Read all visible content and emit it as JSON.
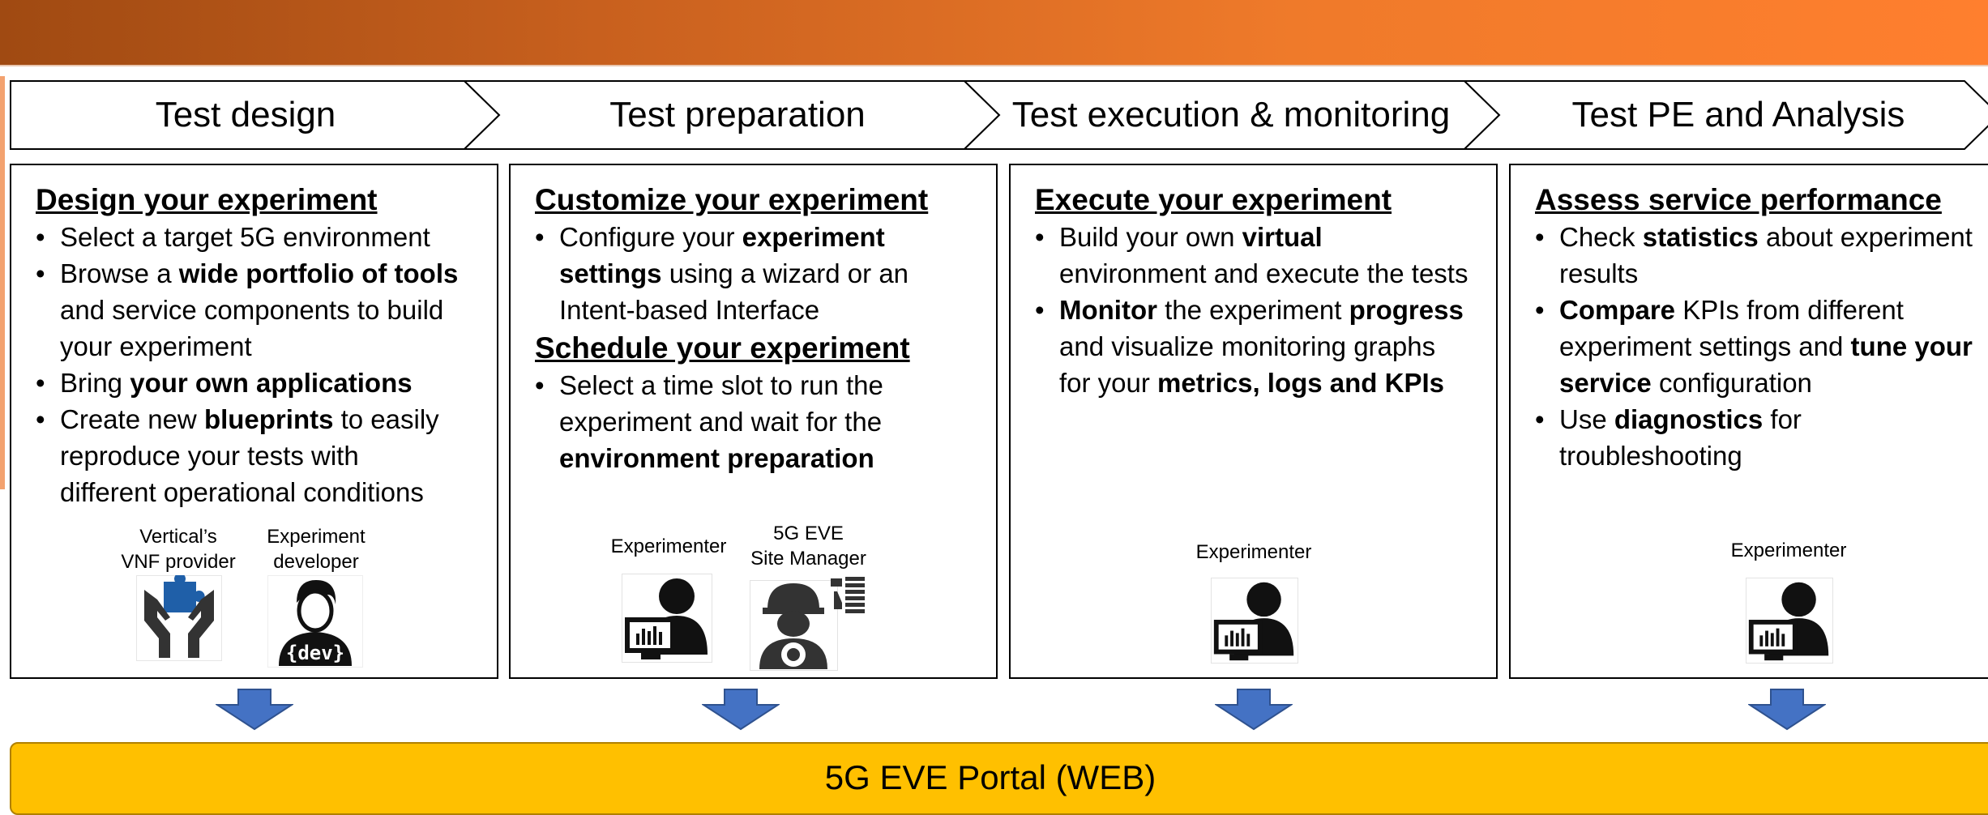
{
  "stages": [
    {
      "label": "Test design"
    },
    {
      "label": "Test preparation"
    },
    {
      "label": "Test execution & monitoring"
    },
    {
      "label": "Test PE and Analysis"
    }
  ],
  "panels": [
    {
      "sections": [
        {
          "heading": "Design your experiment",
          "bullets": [
            [
              [
                "Select a target 5G environment",
                false
              ]
            ],
            [
              [
                "Browse a ",
                false
              ],
              [
                "wide portfolio of tools",
                true
              ]
            ],
            [
              [
                "and service components to build",
                false
              ]
            ],
            [
              [
                "your experiment",
                false
              ]
            ],
            [
              [
                "Bring ",
                false
              ],
              [
                "your own applications",
                true
              ]
            ],
            [
              [
                "Create new ",
                false
              ],
              [
                "blueprints",
                true
              ],
              [
                " to easily",
                false
              ]
            ],
            [
              [
                "reproduce your tests with",
                false
              ]
            ],
            [
              [
                "different operational conditions",
                false
              ]
            ]
          ],
          "bullet_marks": [
            true,
            true,
            false,
            false,
            true,
            true,
            false,
            false
          ]
        }
      ],
      "roles": [
        {
          "label_lines": [
            "Vertical’s",
            "VNF provider"
          ],
          "icon": "hands-puzzle-icon"
        },
        {
          "label_lines": [
            "Experiment",
            "developer"
          ],
          "icon": "developer-icon"
        }
      ]
    },
    {
      "sections": [
        {
          "heading": "Customize your experiment",
          "bullets": [
            [
              [
                "Configure your ",
                false
              ],
              [
                "experiment",
                true
              ]
            ],
            [
              [
                "settings",
                true
              ],
              [
                " using a wizard or an",
                false
              ]
            ],
            [
              [
                "Intent-based Interface",
                false
              ]
            ]
          ],
          "bullet_marks": [
            true,
            false,
            false
          ]
        },
        {
          "heading": "Schedule your experiment",
          "bullets": [
            [
              [
                "Select a time slot to run the",
                false
              ]
            ],
            [
              [
                "experiment and wait for the",
                false
              ]
            ],
            [
              [
                "environment preparation",
                true
              ]
            ]
          ],
          "bullet_marks": [
            true,
            false,
            false
          ]
        }
      ],
      "roles": [
        {
          "label_lines": [
            "Experimenter"
          ],
          "icon": "experimenter-icon"
        },
        {
          "label_lines": [
            "5G EVE",
            "Site Manager"
          ],
          "icon": "site-manager-icon"
        }
      ]
    },
    {
      "sections": [
        {
          "heading": "Execute your experiment",
          "bullets": [
            [
              [
                "Build your own ",
                false
              ],
              [
                "virtual",
                true
              ]
            ],
            [
              [
                "environment and execute the tests",
                false
              ]
            ],
            [
              [
                "Monitor",
                true
              ],
              [
                " the experiment ",
                false
              ],
              [
                "progress",
                true
              ]
            ],
            [
              [
                "and visualize monitoring graphs",
                false
              ]
            ],
            [
              [
                "for your ",
                false
              ],
              [
                "metrics, logs and KPIs",
                true
              ]
            ]
          ],
          "bullet_marks": [
            true,
            false,
            true,
            false,
            false
          ]
        }
      ],
      "roles": [
        {
          "label_lines": [
            "Experimenter"
          ],
          "icon": "experimenter-icon"
        }
      ]
    },
    {
      "sections": [
        {
          "heading": "Assess service performance",
          "bullets": [
            [
              [
                "Check ",
                false
              ],
              [
                "statistics",
                true
              ],
              [
                " about experiment",
                false
              ]
            ],
            [
              [
                "results",
                false
              ]
            ],
            [
              [
                "Compare",
                true
              ],
              [
                " KPIs from different",
                false
              ]
            ],
            [
              [
                "experiment settings and ",
                false
              ],
              [
                "tune your",
                true
              ]
            ],
            [
              [
                "service",
                true
              ],
              [
                " configuration",
                false
              ]
            ],
            [
              [
                "Use ",
                false
              ],
              [
                "diagnostics",
                true
              ],
              [
                " for",
                false
              ]
            ],
            [
              [
                "troubleshooting",
                false
              ]
            ]
          ],
          "bullet_marks": [
            true,
            false,
            true,
            false,
            false,
            true,
            false
          ]
        }
      ],
      "roles": [
        {
          "label_lines": [
            "Experimenter"
          ],
          "icon": "experimenter-icon"
        }
      ]
    }
  ],
  "portal": {
    "label": "5G EVE Portal (WEB)"
  },
  "colors": {
    "top_bar_start": "#a04a12",
    "top_bar_end": "#ff7f2e",
    "arrow": "#4472c4",
    "portal": "#ffc000",
    "puzzle": "#1f5fa8"
  }
}
